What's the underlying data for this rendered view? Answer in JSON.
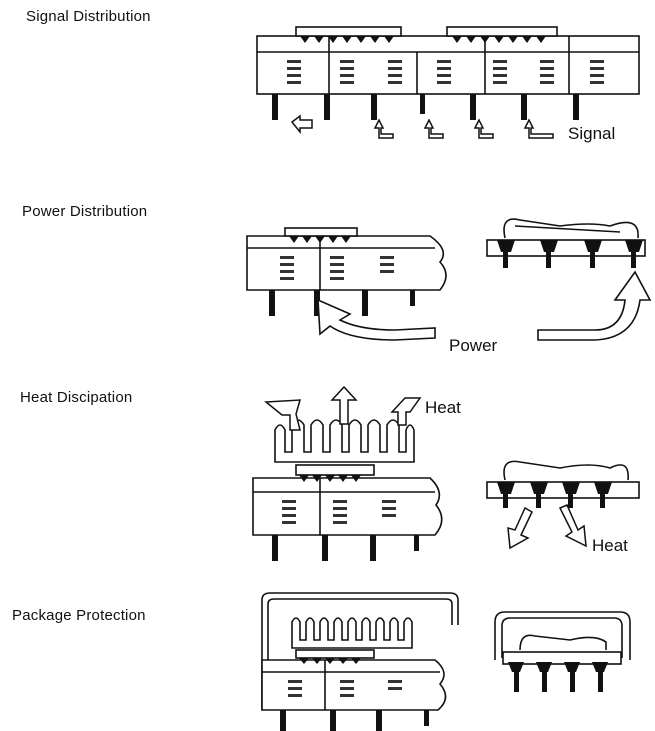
{
  "sections": [
    {
      "title": "Signal Distribution",
      "label": "Signal"
    },
    {
      "title": "Power Distribution",
      "label": "Power"
    },
    {
      "title": "Heat Discipation",
      "label_top": "Heat",
      "label_side": "Heat"
    },
    {
      "title": "Package Protection"
    }
  ]
}
